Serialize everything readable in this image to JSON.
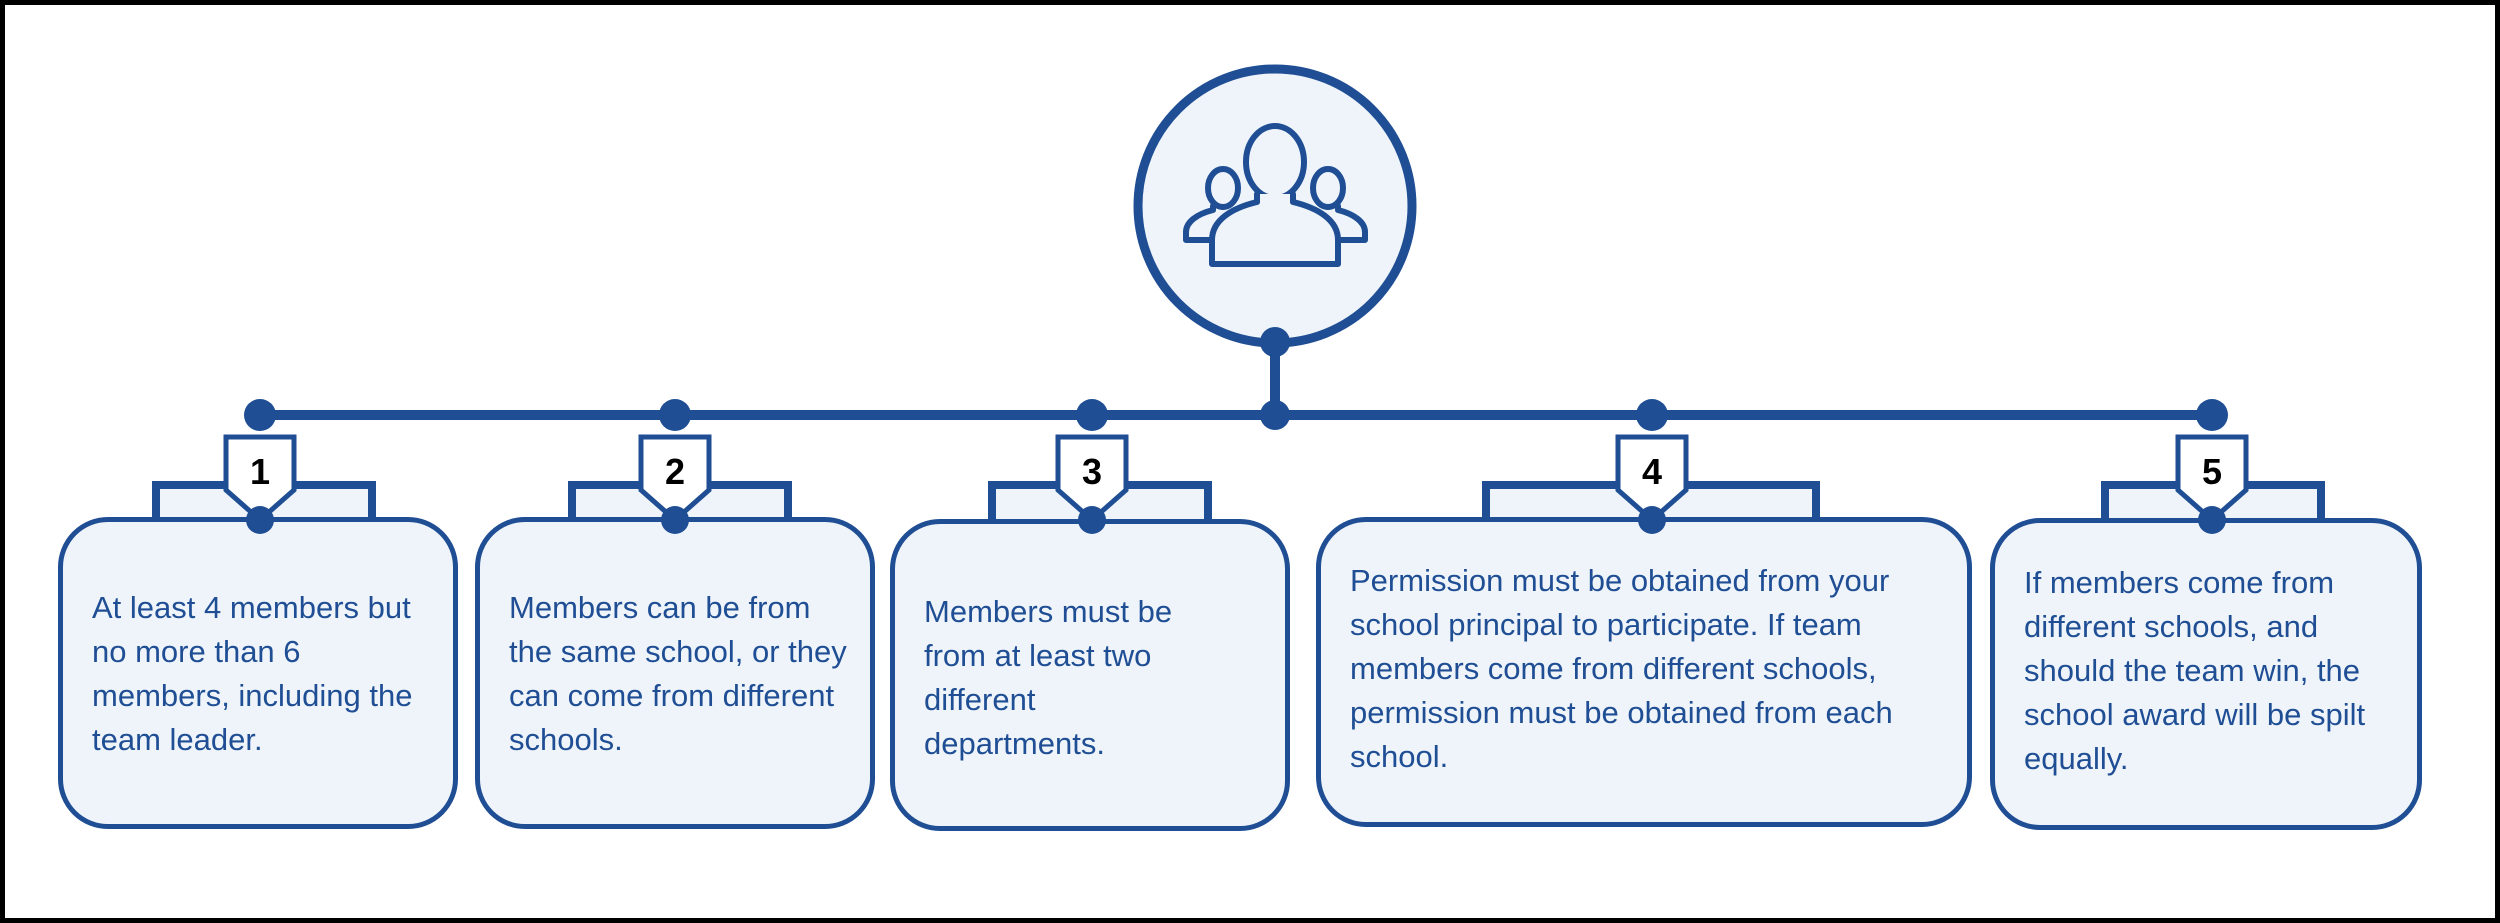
{
  "theme": {
    "accent": "#1f4e94",
    "card_fill": "#eef4fa",
    "frame": "#000000"
  },
  "hub": {
    "icon": "team-people-icon"
  },
  "steps": [
    {
      "number": "1",
      "text": "At least 4 members but no more than 6 members, including the team leader."
    },
    {
      "number": "2",
      "text": "Members can be from the same school, or they can come from different schools."
    },
    {
      "number": "3",
      "text": "Members must be from at least two different departments."
    },
    {
      "number": "4",
      "text": "Permission must be obtained from your school principal to participate. If team members come from different schools, permission must be obtained from each school."
    },
    {
      "number": "5",
      "text": "If members come from different schools, and should the team win, the school award will be spilt equally."
    }
  ]
}
